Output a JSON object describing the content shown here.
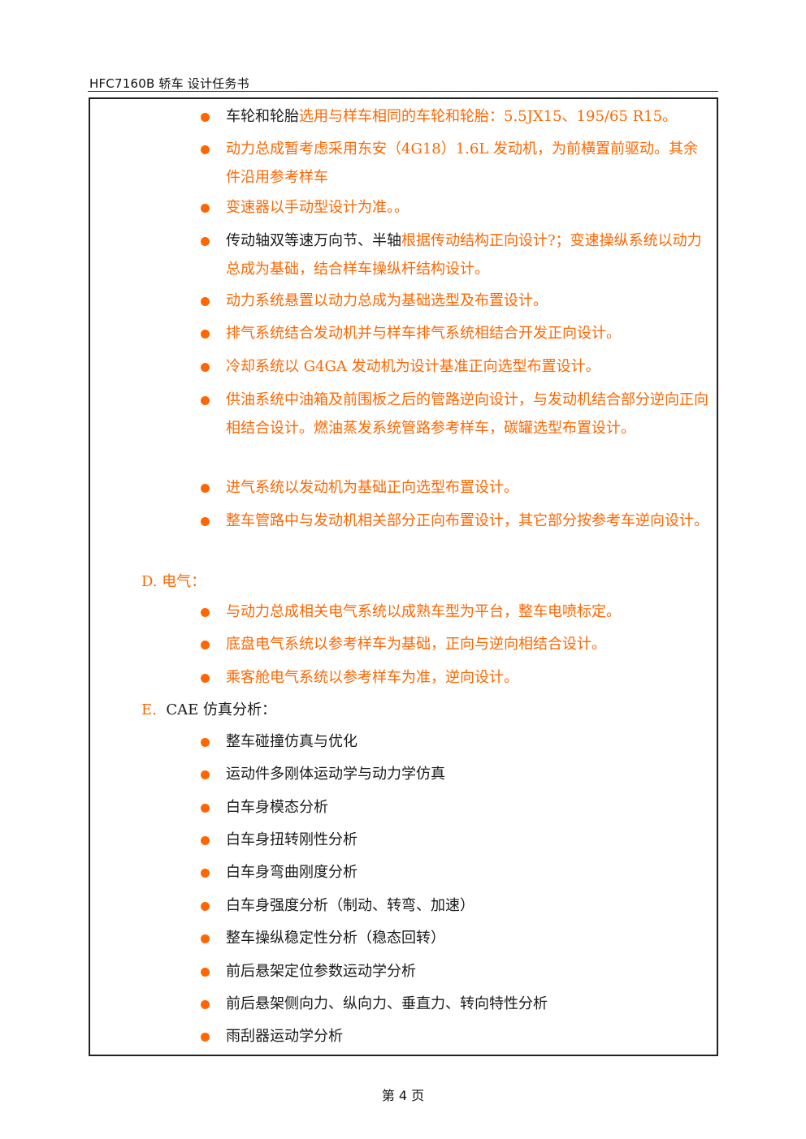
{
  "header": {
    "title": "HFC7160B 轿车 设计任务书"
  },
  "sections_c_items": [
    {
      "lead": "车轮和轮胎",
      "rest": "选用与样车相同的车轮和轮胎：5.5JX15、195/65 R15。"
    },
    {
      "lead": "",
      "rest": "动力总成暂考虑采用东安（4G18）1.6L 发动机，为前横置前驱动。其余件沿用参考样车"
    },
    {
      "lead": "",
      "rest": "变速器以手动型设计为准。。"
    },
    {
      "lead": "传动轴双等速万向节、半轴",
      "rest": "根据传动结构正向设计?；变速操纵系统以动力总成为基础，结合样车操纵杆结构设计。"
    },
    {
      "lead": "",
      "rest": "动力系统悬置以动力总成为基础选型及布置设计。"
    },
    {
      "lead": "",
      "rest": "排气系统结合发动机并与样车排气系统相结合开发正向设计。"
    },
    {
      "lead": "",
      "rest": "冷却系统以 G4GA 发动机为设计基准正向选型布置设计。"
    },
    {
      "lead": "",
      "rest": "供油系统中油箱及前围板之后的管路逆向设计，与发动机结合部分逆向正向相结合设计。燃油蒸发系统管路参考样车，碳罐选型布置设计。"
    },
    {
      "lead": "",
      "rest": "进气系统以发动机为基础正向选型布置设计。"
    },
    {
      "lead": "",
      "rest": "整车管路中与发动机相关部分正向布置设计，其它部分按参考车逆向设计。"
    }
  ],
  "section_d": {
    "heading": "D.  电气：",
    "items": [
      "与动力总成相关电气系统以成熟车型为平台，整车电喷标定。",
      "底盘电气系统以参考样车为基础，正向与逆向相结合设计。",
      "乘客舱电气系统以参考样车为准，逆向设计。"
    ]
  },
  "section_e": {
    "heading_prefix": "E.",
    "heading_rest": "CAE 仿真分析：",
    "items": [
      "整车碰撞仿真与优化",
      "运动件多刚体运动学与动力学仿真",
      "白车身模态分析",
      "白车身扭转刚性分析",
      "白车身弯曲刚度分析",
      "白车身强度分析（制动、转弯、加速）",
      "整车操纵稳定性分析（稳态回转）",
      "前后悬架定位参数运动学分析",
      "前后悬架侧向力、纵向力、垂直力、转向特性分析",
      "雨刮器运动学分析"
    ]
  },
  "footer": {
    "page_label": "第 4 页"
  },
  "colors": {
    "accent": "#ff6600",
    "text": "#1a1a1a"
  }
}
